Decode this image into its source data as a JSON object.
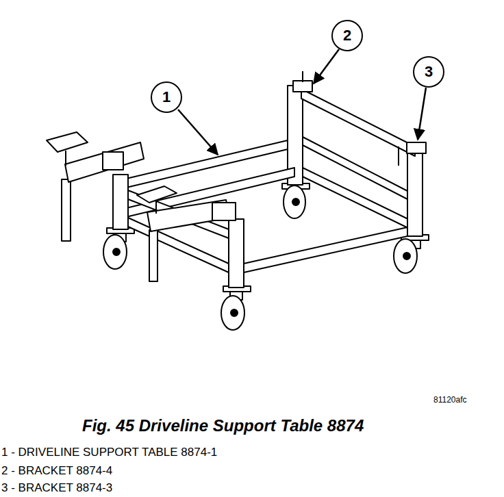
{
  "diagram": {
    "caption": "Fig. 45 Driveline Support Table 8874",
    "nodes": [
      {
        "text": [
          "1"
        ]
      },
      {
        "text": [
          "2"
        ]
      },
      {
        "text": [
          "3"
        ]
      }
    ],
    "labels": [
      "81120afc",
      "1 - DRIVELINE SUPPORT TABLE 8874-1",
      "2 - BRACKET 8874-4",
      "3 - BRACKET 8874-3"
    ]
  }
}
